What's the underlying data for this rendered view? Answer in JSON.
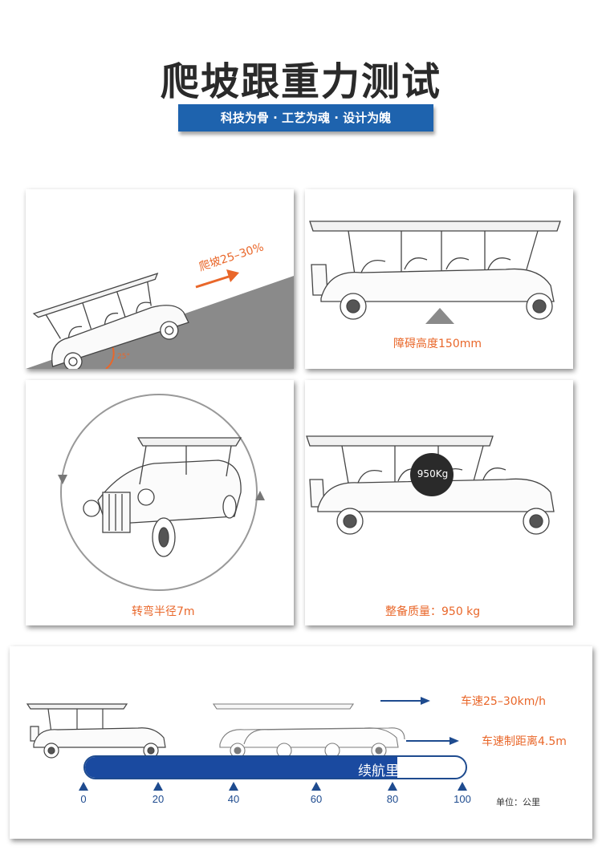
{
  "header": {
    "title": "爬坡跟重力测试",
    "slogan": "科技为骨 · 工艺为魂 · 设计为魄"
  },
  "panels": {
    "climb": {
      "label": "爬坡25–30%",
      "angle_label": "25°"
    },
    "obstacle": {
      "label": "障碍高度150mm"
    },
    "turning": {
      "label": "转弯半径7m"
    },
    "weight": {
      "badge": "950Kg",
      "label": "整备质量：950 kg"
    }
  },
  "range": {
    "speed_label": "车速25–30km/h",
    "braking_label": "车速制距离4.5m",
    "bar_label": "续航里程",
    "bar_fill_fraction": 0.82,
    "ticks": [
      "0",
      "20",
      "40",
      "60",
      "80",
      "100"
    ],
    "unit": "单位：公里"
  },
  "colors": {
    "accent": "#1e63ae",
    "caption": "#e9672a",
    "range_bar": "#1a4aa0"
  }
}
